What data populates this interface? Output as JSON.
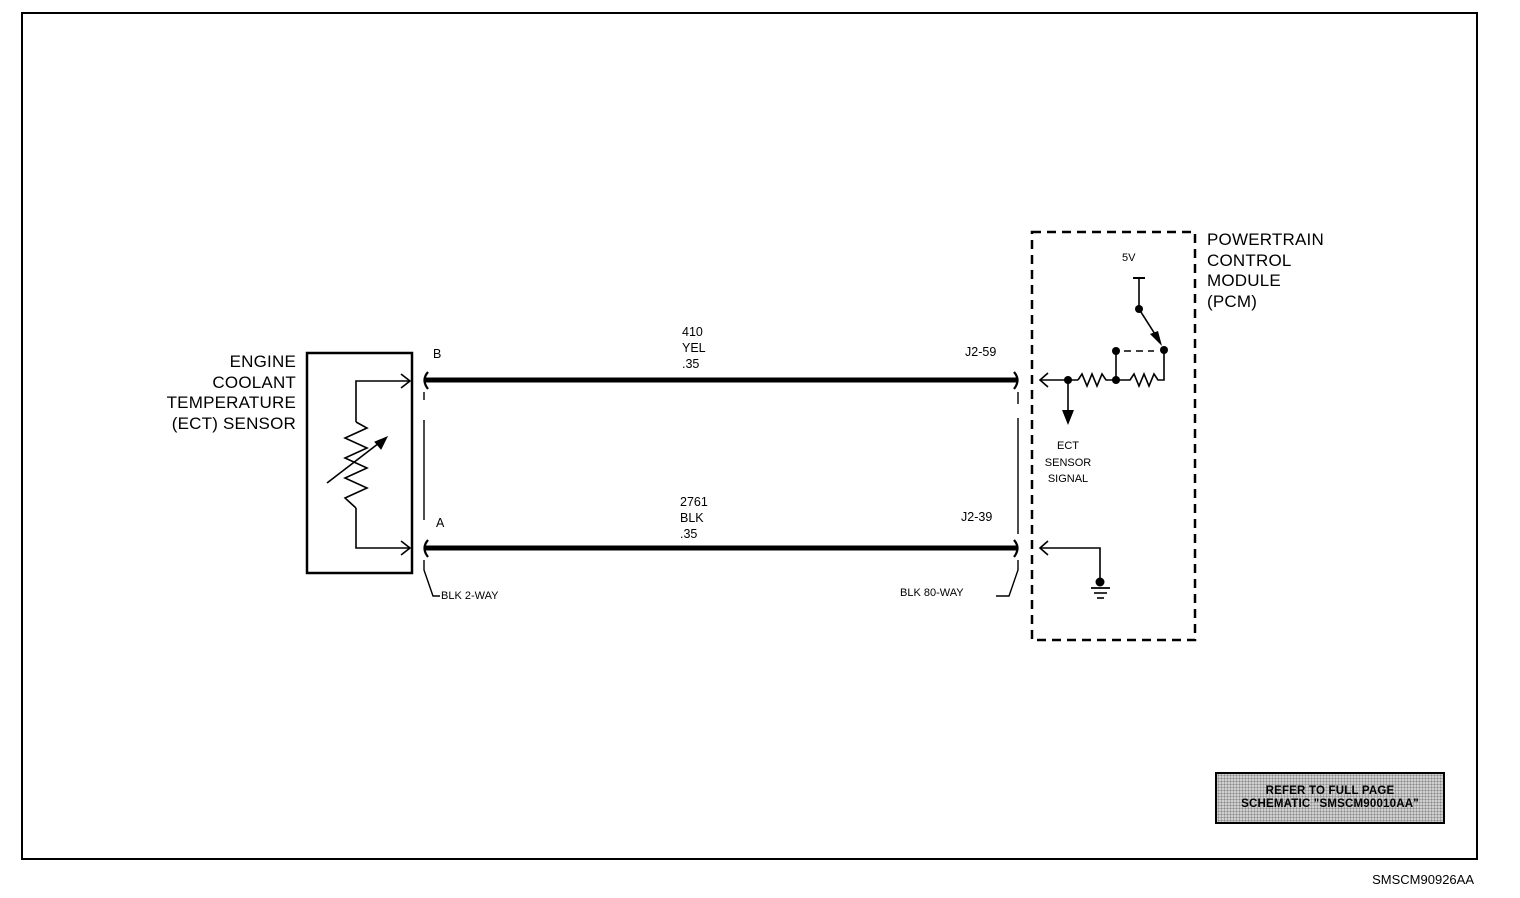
{
  "sensor": {
    "name_lines": [
      "ENGINE",
      "COOLANT",
      "TEMPERATURE",
      "(ECT) SENSOR"
    ],
    "connector": "BLK 2-WAY"
  },
  "pcm": {
    "name_lines": [
      "POWERTRAIN",
      "CONTROL",
      "MODULE",
      "(PCM)"
    ],
    "connector": "BLK 80-WAY",
    "supply": "5V",
    "signal_lines": [
      "ECT",
      "SENSOR",
      "SIGNAL"
    ]
  },
  "circuits": [
    {
      "sensor_pin": "B",
      "number": "410",
      "color": "YEL",
      "size": ".35",
      "pcm_pin": "J2-59"
    },
    {
      "sensor_pin": "A",
      "number": "2761",
      "color": "BLK",
      "size": ".35",
      "pcm_pin": "J2-39"
    }
  ],
  "note_lines": [
    "REFER TO FULL PAGE",
    "SCHEMATIC \"SMSCM90010AA\""
  ],
  "figure_id": "SMSCM90926AA"
}
